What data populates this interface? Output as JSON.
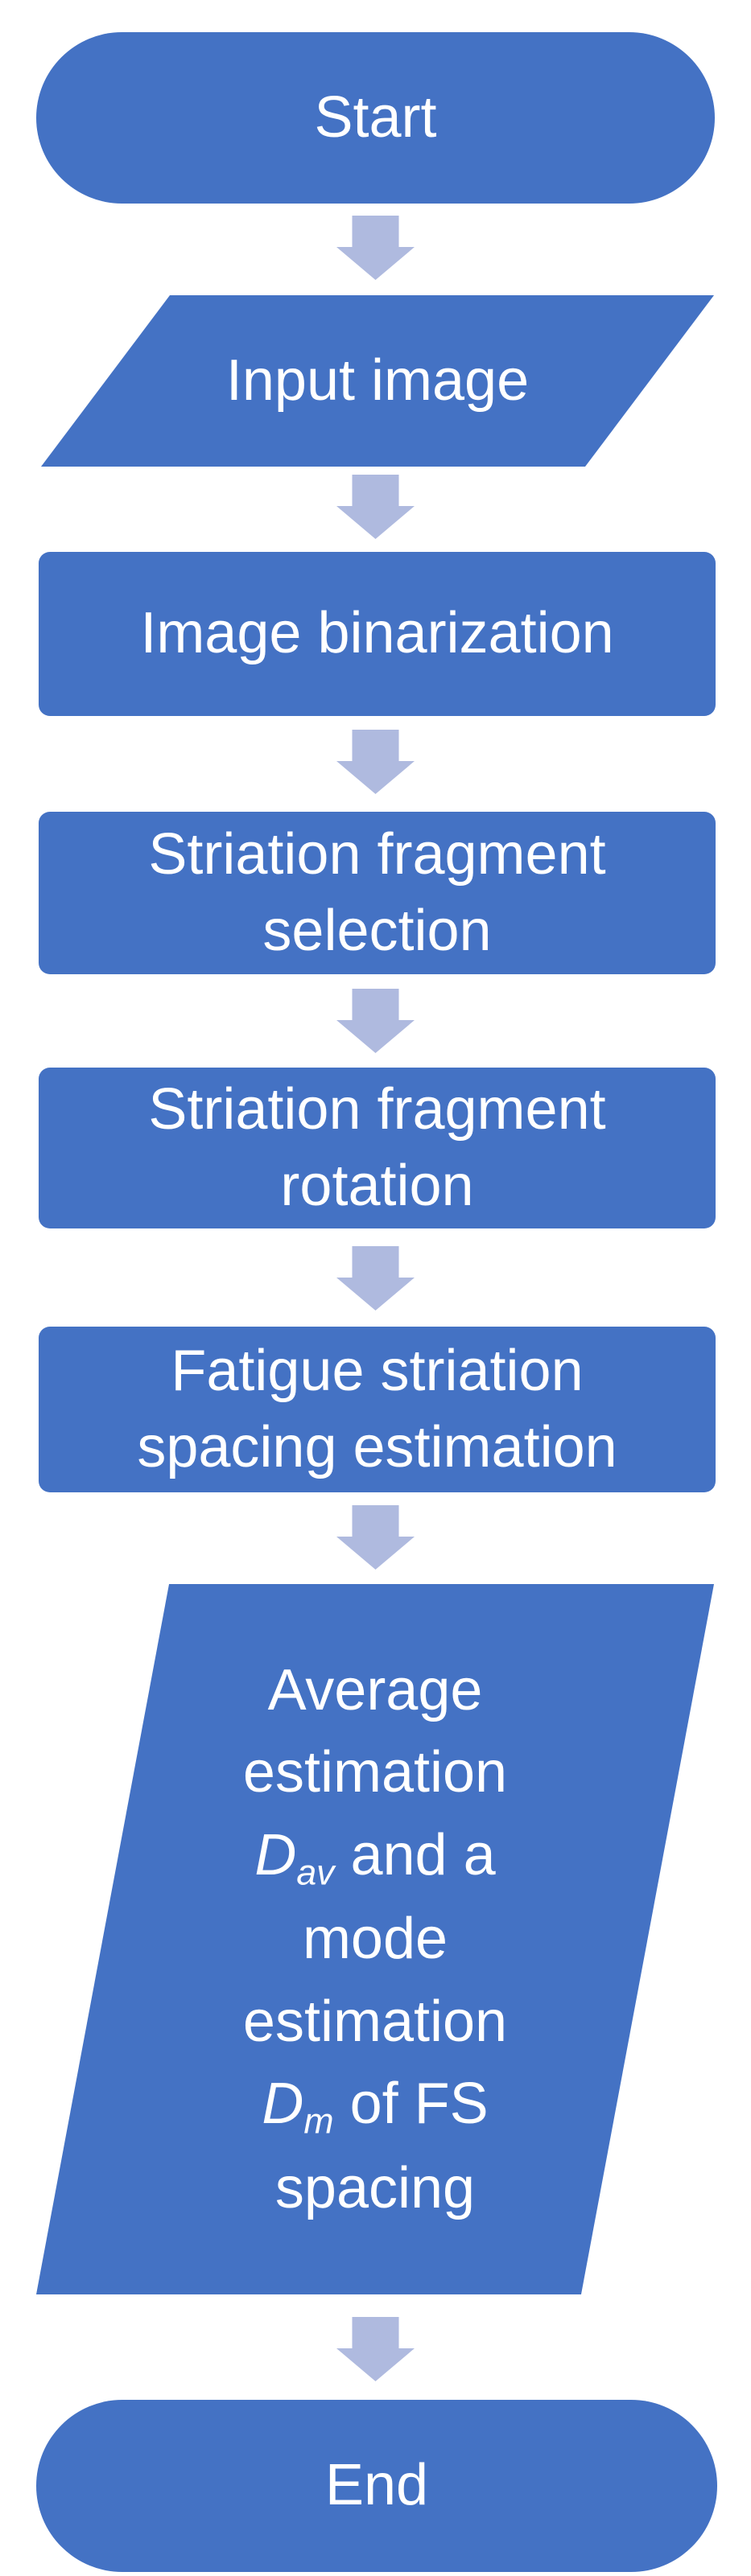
{
  "flowchart": {
    "colors": {
      "shape_fill": "#4472C4",
      "arrow_fill": "#AFBADF",
      "text": "#FFFFFF",
      "background": "#FFFFFF"
    },
    "nodes": [
      {
        "id": "start",
        "shape": "stadium",
        "label": "Start"
      },
      {
        "id": "input-image",
        "shape": "parallelogram",
        "label": "Input image"
      },
      {
        "id": "image-binarization",
        "shape": "rectangle",
        "label": "Image binarization"
      },
      {
        "id": "striation-fragment-selection",
        "shape": "rectangle",
        "label": "Striation fragment selection"
      },
      {
        "id": "striation-fragment-rotation",
        "shape": "rectangle",
        "label": "Striation fragment rotation"
      },
      {
        "id": "fatigue-striation-spacing-estimation",
        "shape": "rectangle",
        "label": "Fatigue striation spacing estimation"
      },
      {
        "id": "average-mode-estimation",
        "shape": "parallelogram",
        "label_plain": "Average estimation Dav and a mode estimation Dm of FS spacing",
        "label_rich": [
          [
            {
              "t": "Average"
            }
          ],
          [
            {
              "t": "estimation"
            }
          ],
          [
            {
              "t": "D",
              "italic": true
            },
            {
              "t": "av",
              "italic": true,
              "sub": true
            },
            {
              "t": " and a"
            }
          ],
          [
            {
              "t": "mode"
            }
          ],
          [
            {
              "t": "estimation"
            }
          ],
          [
            {
              "t": "D",
              "italic": true
            },
            {
              "t": "m",
              "italic": true,
              "sub": true
            },
            {
              "t": " of FS"
            }
          ],
          [
            {
              "t": "spacing"
            }
          ]
        ]
      },
      {
        "id": "end",
        "shape": "stadium",
        "label": "End"
      }
    ],
    "connectors": [
      {
        "from": "start",
        "to": "input-image",
        "direction": "down"
      },
      {
        "from": "input-image",
        "to": "image-binarization",
        "direction": "down"
      },
      {
        "from": "image-binarization",
        "to": "striation-fragment-selection",
        "direction": "down"
      },
      {
        "from": "striation-fragment-selection",
        "to": "striation-fragment-rotation",
        "direction": "down"
      },
      {
        "from": "striation-fragment-rotation",
        "to": "fatigue-striation-spacing-estimation",
        "direction": "down"
      },
      {
        "from": "fatigue-striation-spacing-estimation",
        "to": "average-mode-estimation",
        "direction": "down"
      },
      {
        "from": "average-mode-estimation",
        "to": "end",
        "direction": "down"
      }
    ]
  }
}
